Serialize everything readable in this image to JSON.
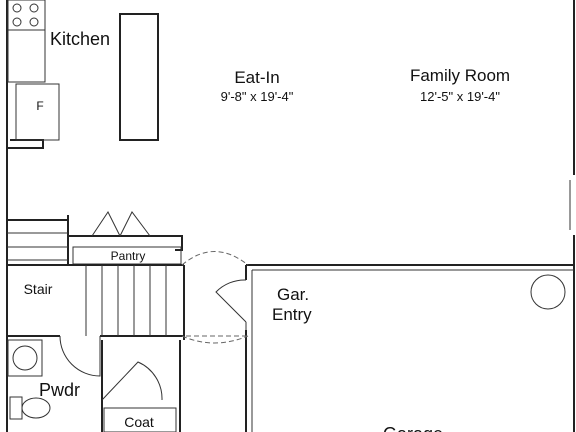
{
  "rooms": {
    "kitchen": "Kitchen",
    "eat_in": {
      "name": "Eat-In",
      "dims": "9'-8\" x 19'-4\""
    },
    "family_room": {
      "name": "Family Room",
      "dims": "12'-5\" x 19'-4\""
    },
    "pantry": "Pantry",
    "stair": "Stair",
    "garage_entry_line1": "Gar.",
    "garage_entry_line2": "Entry",
    "powder": "Pwdr",
    "coat": "Coat",
    "garage": "Garage",
    "fridge": "F"
  }
}
